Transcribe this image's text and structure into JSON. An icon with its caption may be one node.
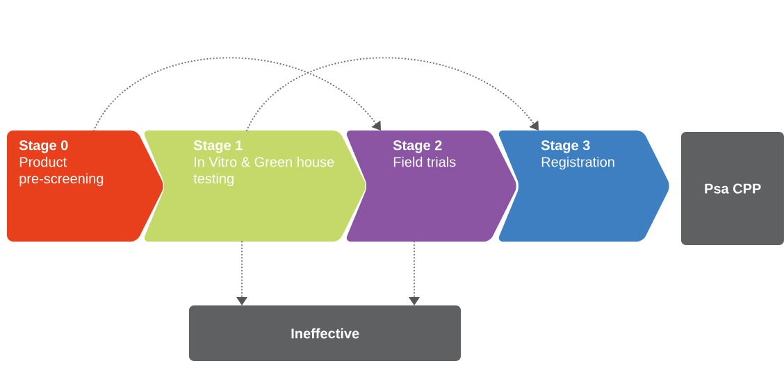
{
  "diagram": {
    "nodes": [
      {
        "text": [
          "Stage 0",
          "Product pre-screening"
        ]
      },
      {
        "text": [
          "Stage 1",
          "In Vitro & Green house testing"
        ]
      },
      {
        "text": [
          "Stage 2",
          "Field trials"
        ]
      },
      {
        "text": [
          "Stage 3",
          "Registration"
        ]
      },
      {
        "text": [
          "Psa CPP"
        ]
      },
      {
        "text": [
          "Ineffective"
        ]
      }
    ],
    "edges": [
      {
        "from": 0,
        "to": 2,
        "arrow": "to"
      },
      {
        "from": 1,
        "to": 3,
        "arrow": "to"
      },
      {
        "from": 1,
        "to": 5,
        "arrow": "to"
      },
      {
        "from": 2,
        "to": 5,
        "arrow": "to"
      }
    ]
  }
}
